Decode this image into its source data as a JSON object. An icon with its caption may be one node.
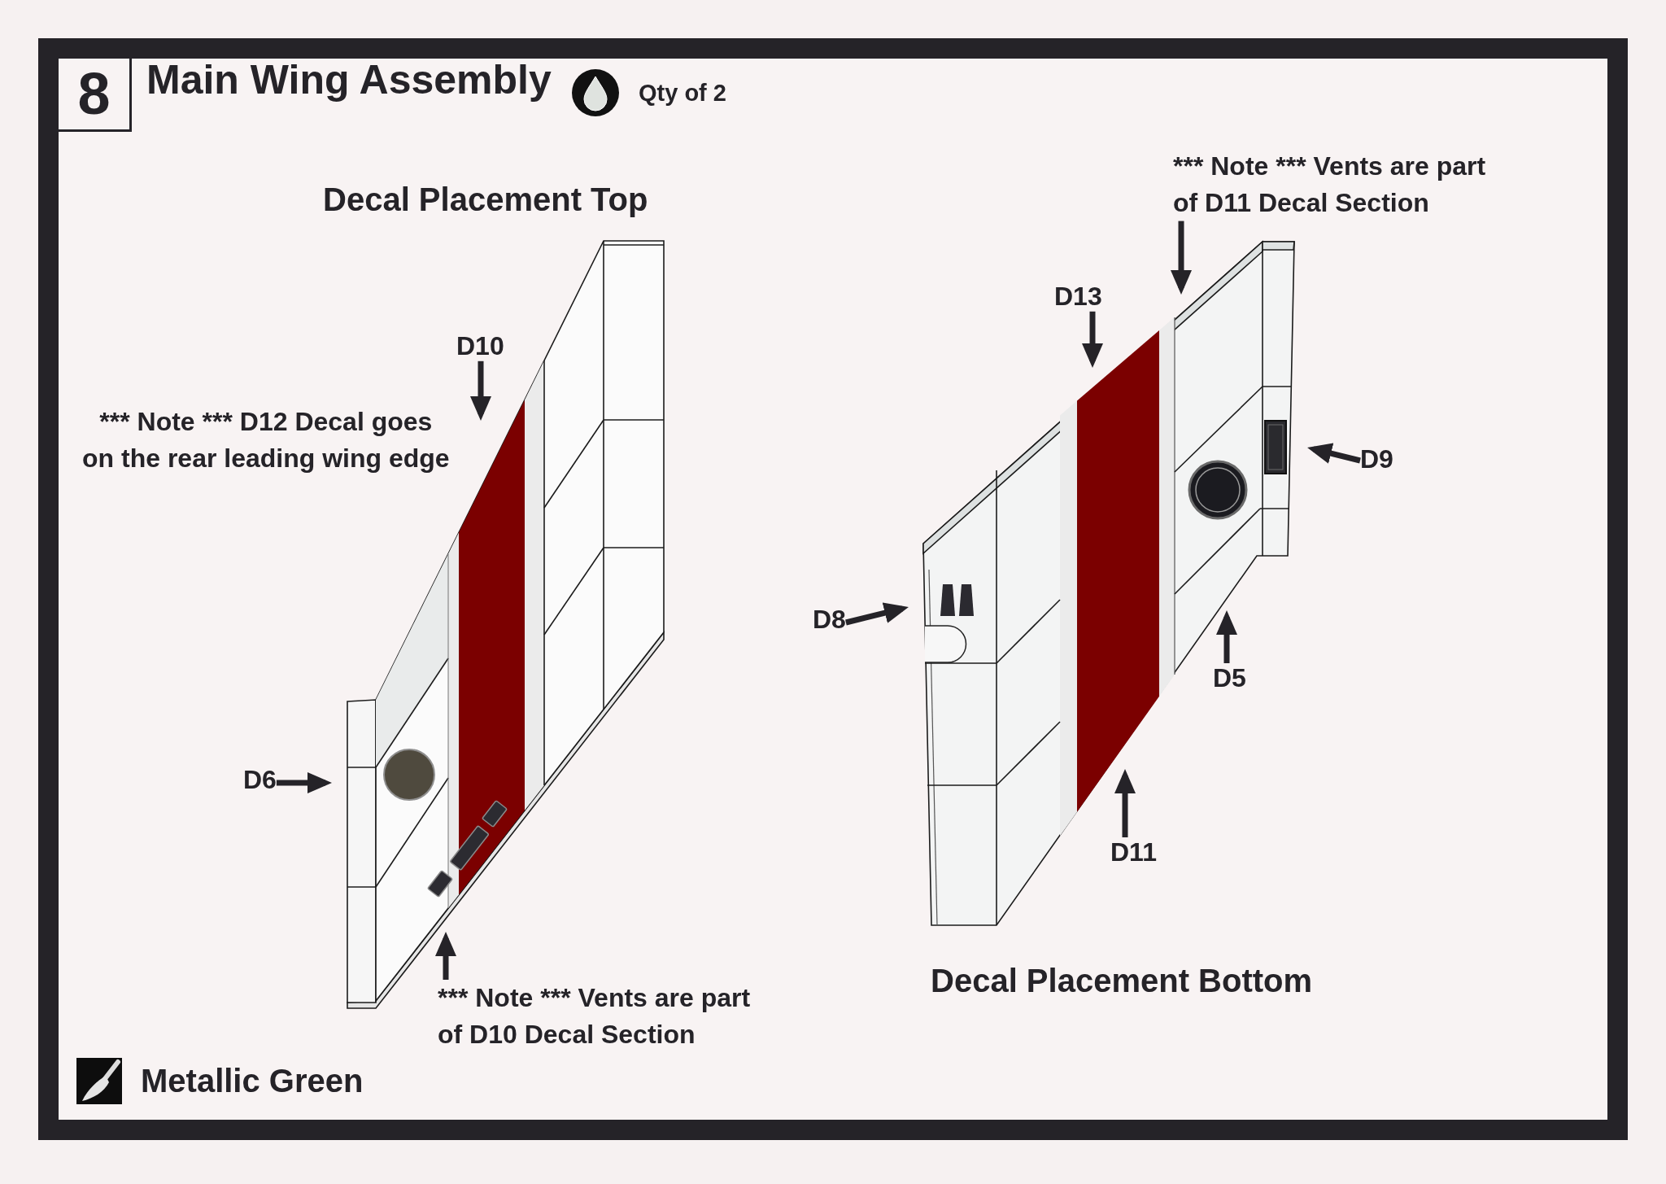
{
  "diagram": {
    "title": "Main Wing Assembly",
    "nodes": [
      {
        "text": [
          "8"
        ]
      },
      {
        "text": [
          "*** Note *** Vents are part of D11 Decal Section"
        ]
      },
      {
        "text": [],
        "shape": "picture",
        "beside": [
          "Decal Placement Top"
        ]
      },
      {
        "text": [],
        "shape": "picture",
        "beside": [
          "Decal Placement Bottom"
        ]
      },
      {
        "text": [
          "D13"
        ]
      },
      {
        "text": [
          "D10"
        ]
      },
      {
        "text": [
          "D9"
        ]
      },
      {
        "text": [
          "D8"
        ]
      },
      {
        "text": [
          "D5"
        ]
      },
      {
        "text": [
          "D6"
        ]
      },
      {
        "text": [
          "D11"
        ]
      },
      {
        "text": [
          "*** Note *** Vents are part of D10 Decal Section"
        ]
      }
    ],
    "edges": [
      {
        "from": 1,
        "to": 3,
        "arrow": "to"
      },
      {
        "from": 4,
        "to": 3,
        "arrow": "to"
      },
      {
        "from": 5,
        "to": 2,
        "arrow": "to"
      },
      {
        "from": 6,
        "to": 3,
        "arrow": "to"
      },
      {
        "from": 7,
        "to": 3,
        "arrow": "to"
      },
      {
        "from": 8,
        "to": 3,
        "arrow": "to"
      },
      {
        "from": 9,
        "to": 2,
        "arrow": "to"
      },
      {
        "from": 10,
        "to": 3,
        "arrow": "to"
      },
      {
        "from": 11,
        "to": 2,
        "arrow": "to"
      }
    ],
    "labels": [
      "Qty of 2",
      "*** Note *** D12 Decal goes on the rear leading wing edge",
      "Metallic Green"
    ]
  }
}
